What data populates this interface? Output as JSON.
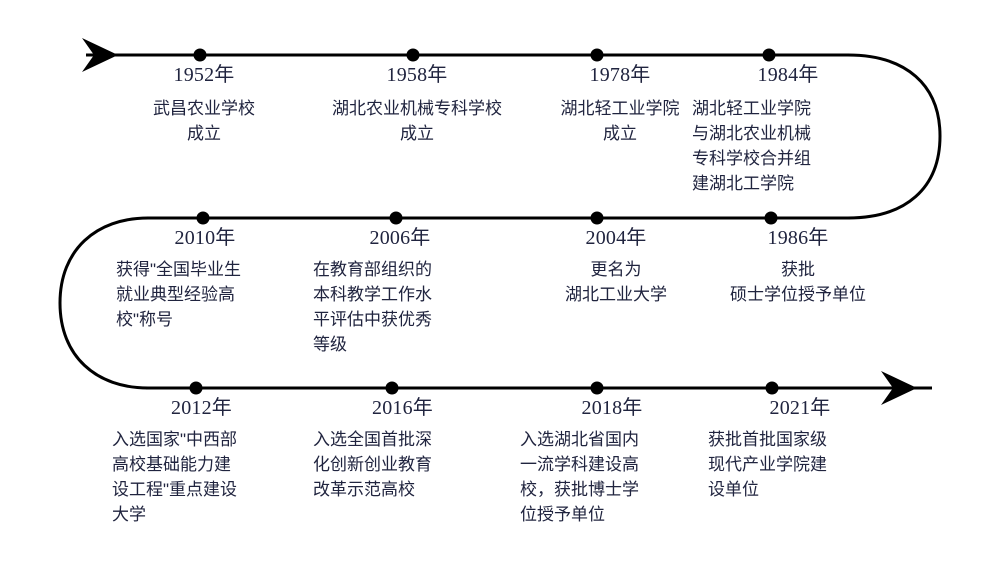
{
  "diagram": {
    "type": "serpentine-timeline",
    "title_text": "",
    "line_color": "#000000",
    "text_color": "#20243f",
    "dot_color": "#000000",
    "background": "#ffffff",
    "direction_note": "row1 left-to-right, row2 right-to-left, row3 left-to-right"
  },
  "rows": {
    "row1": {
      "nodes": [
        {
          "year": "1952年",
          "desc": "武昌农业学校\n成立"
        },
        {
          "year": "1958年",
          "desc": "湖北农业机械专科学校\n成立"
        },
        {
          "year": "1978年",
          "desc": "湖北轻工业学院\n成立"
        },
        {
          "year": "1984年",
          "desc": "湖北轻工业学院\n与湖北农业机械\n专科学校合并组\n建湖北工学院"
        }
      ]
    },
    "row2": {
      "nodes": [
        {
          "year": "2010年",
          "desc": "获得\"全国毕业生\n就业典型经验高\n校\"称号"
        },
        {
          "year": "2006年",
          "desc": "在教育部组织的\n本科教学工作水\n平评估中获优秀\n等级"
        },
        {
          "year": "2004年",
          "desc": "更名为\n湖北工业大学"
        },
        {
          "year": "1986年",
          "desc": "获批\n硕士学位授予单位"
        }
      ]
    },
    "row3": {
      "nodes": [
        {
          "year": "2012年",
          "desc": "入选国家\"中西部\n高校基础能力建\n设工程\"重点建设\n大学"
        },
        {
          "year": "2016年",
          "desc": "入选全国首批深\n化创新创业教育\n改革示范高校"
        },
        {
          "year": "2018年",
          "desc": "入选湖北省国内\n一流学科建设高\n校，获批博士学\n位授予单位"
        },
        {
          "year": "2021年",
          "desc": "获批首批国家级\n现代产业学院建\n设单位"
        }
      ]
    }
  },
  "markers": {
    "start_arrow": "arrow-right-head",
    "end_arrow": "arrow-right-head",
    "dot_count": 12
  }
}
